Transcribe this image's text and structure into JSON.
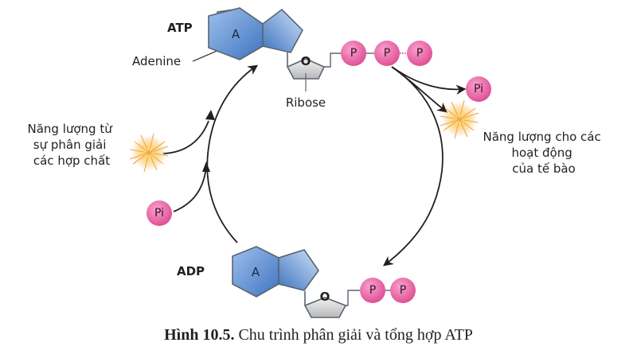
{
  "atp": {
    "label": "ATP",
    "base_letter": "A",
    "adenine_label": "Adenine",
    "ribose_label": "Ribose",
    "ribose_o": "O",
    "phosphates": [
      "P",
      "P",
      "P"
    ]
  },
  "adp": {
    "label": "ADP",
    "base_letter": "A",
    "ribose_o": "O",
    "phosphates": [
      "P",
      "P"
    ]
  },
  "pi_out": "Pi",
  "pi_in": "Pi",
  "energy_out_lines": [
    "Năng lượng cho các",
    "hoạt động",
    "của tế bào"
  ],
  "energy_in_lines": [
    "Năng lượng từ",
    "sự phân giải",
    "các hợp chất"
  ],
  "caption": {
    "prefix": "Hình 10.5.",
    "text": " Chu trình phân giải và tổng hợp ATP"
  },
  "colors": {
    "adenine_fill": "#5b8bd0",
    "adenine_stroke": "#5a6472",
    "ribose_fill": "#d4d4d4",
    "phosphate_fill": "#e4569a",
    "arrow": "#231f20",
    "burst": "#f5b74a"
  }
}
